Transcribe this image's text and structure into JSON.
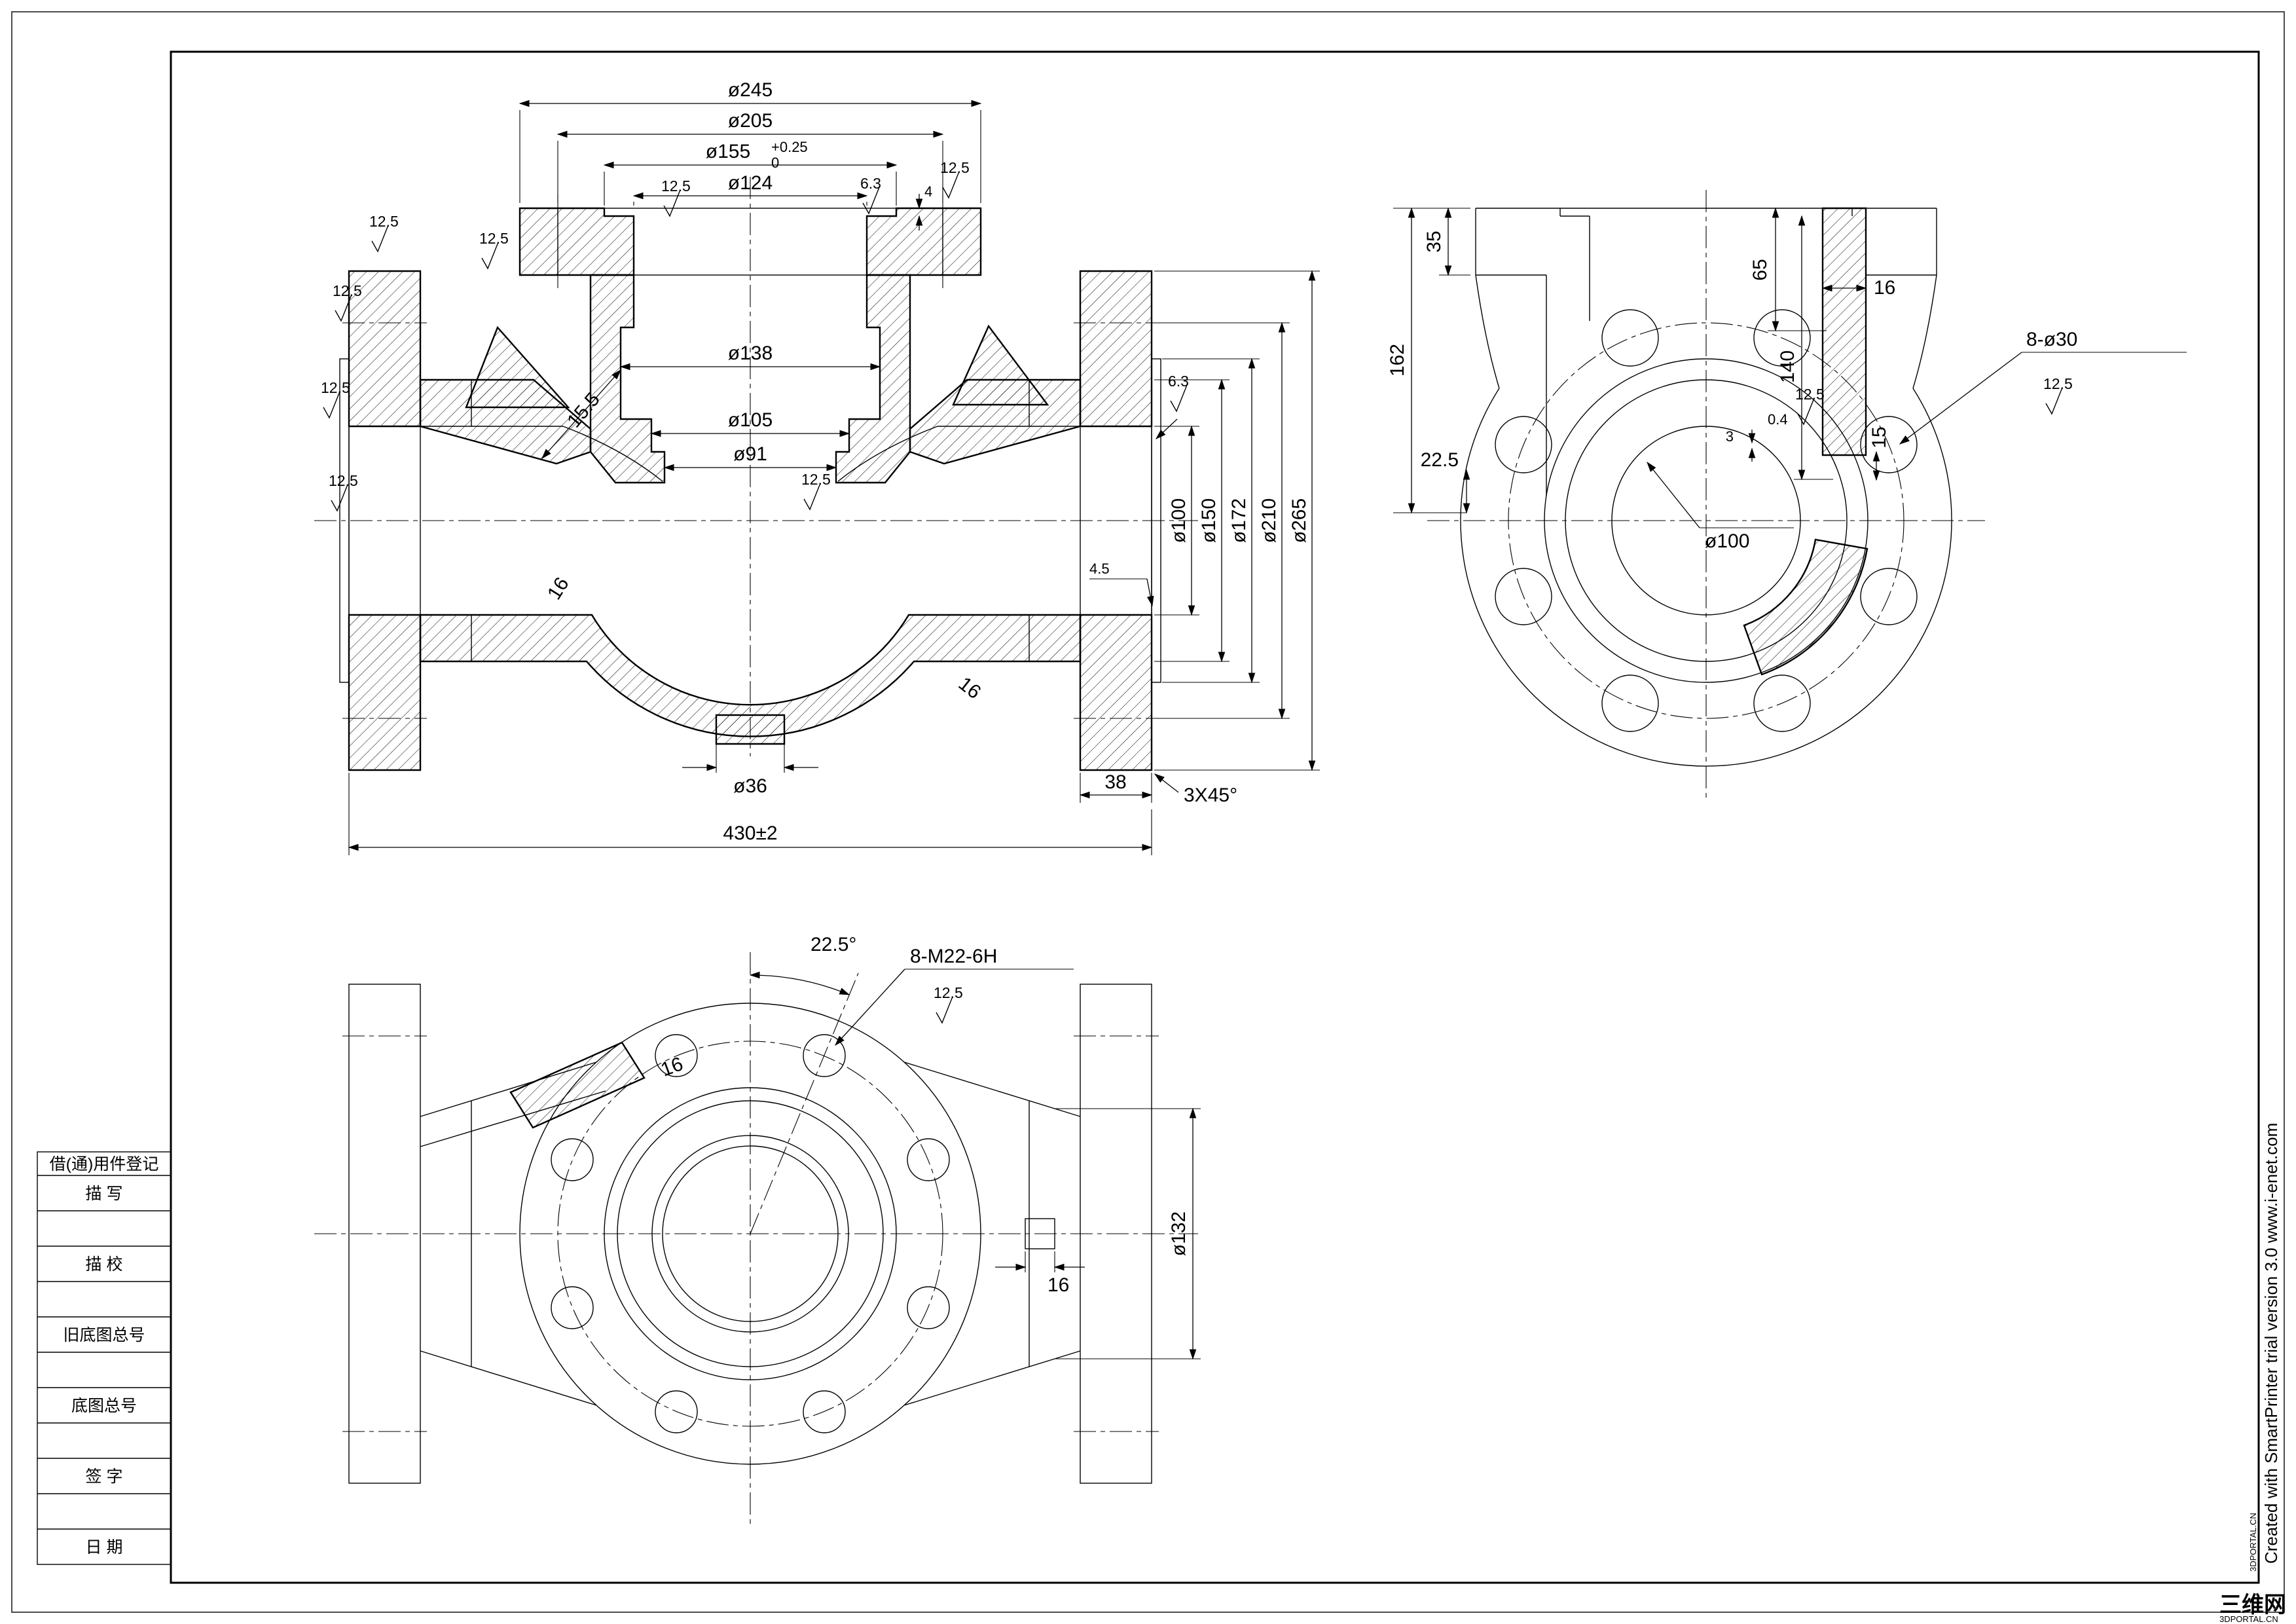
{
  "front": {
    "d245": "ø245",
    "d205": "ø205",
    "d155": "ø155",
    "d155_tol_top": "+0.25",
    "d155_tol_bot": "0",
    "d124": "ø124",
    "depth4": "4",
    "d138": "ø138",
    "d105": "ø105",
    "d91": "ø91",
    "d100": "ø100",
    "d150": "ø150",
    "d172": "ø172",
    "d210": "ø210",
    "d265": "ø265",
    "dim45": "4.5",
    "d36": "ø36",
    "dim38": "38",
    "chamfer": "3X45°",
    "total": "430±2",
    "rib": "15.5",
    "wall_left": "16",
    "wall_right": "16"
  },
  "side": {
    "h35": "35",
    "h162": "162",
    "h65": "65",
    "w16": "16",
    "h140": "140",
    "h15": "15",
    "off225": "22.5",
    "h3": "3",
    "r04": "0.4",
    "d100": "ø100",
    "holes": "8-ø30"
  },
  "bottom": {
    "angle": "22.5°",
    "thread": "8-M22-6H",
    "d132": "ø132",
    "boss16": "16",
    "wall16": "16"
  },
  "finish": {
    "f125": "12.5",
    "f63": "6.3"
  },
  "title_block": {
    "header": "借(通)用件登记",
    "row_tracing": "描  写",
    "row_check": "描  校",
    "row_old_no": "旧底图总号",
    "row_base_no": "底图总号",
    "row_sign": "签  字",
    "row_date": "日  期"
  },
  "watermark": {
    "line": "Created with SmartPrinter trial version 3.0  www.i-enet.com",
    "logo": "三维网",
    "logo_sub": "3DPORTAL.CN",
    "color": "#00b0cc"
  }
}
